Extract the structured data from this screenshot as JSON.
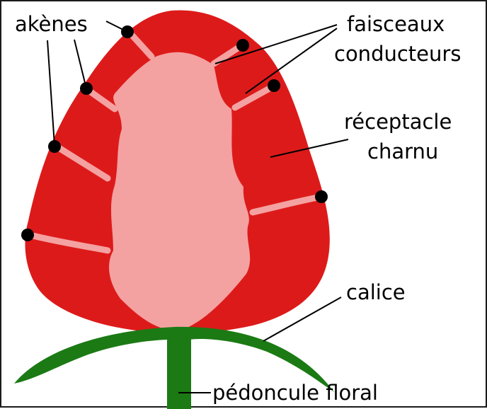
{
  "labels": {
    "akenes": "akènes",
    "faisceaux_line1": "faisceaux",
    "faisceaux_line2": "conducteurs",
    "receptacle_line1": "réceptacle",
    "receptacle_line2": "charnu",
    "calice": "calice",
    "pedoncule": "pédoncule floral"
  },
  "colors": {
    "flesh": "#dd1a1a",
    "core": "#f4a1a1",
    "bundle": "#f4a1a1",
    "sepal": "#1b7a14",
    "outline": "#e01818",
    "ink": "#000000"
  }
}
